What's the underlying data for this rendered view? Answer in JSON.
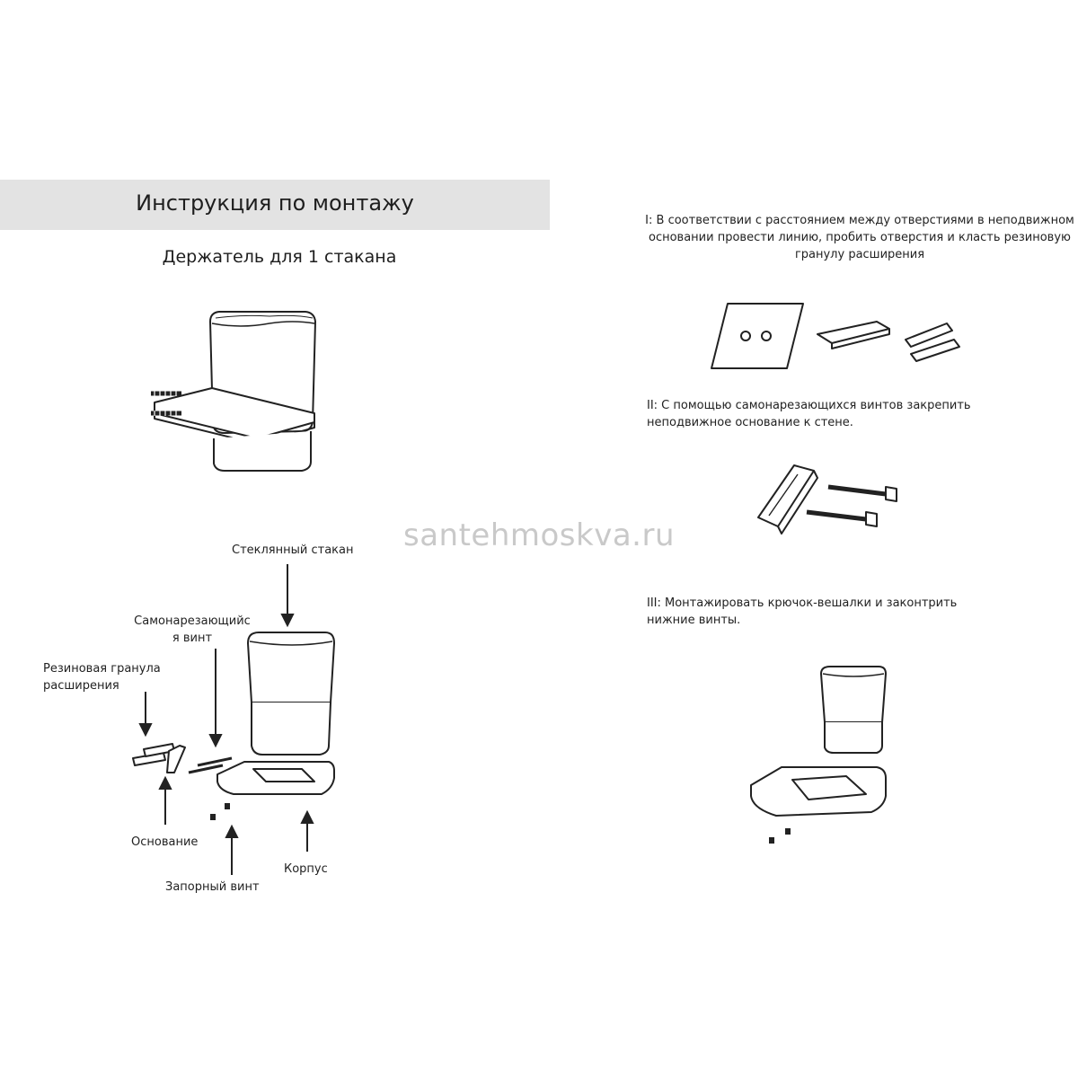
{
  "header": {
    "title": "Инструкция по монтажу",
    "subtitle": "Держатель для 1 стакана"
  },
  "parts": {
    "glass": "Стеклянный стакан",
    "screw_line1": "Самонарезающийс",
    "screw_line2": "я винт",
    "rubber_line1": "Резиновая гранула",
    "rubber_line2": "расширения",
    "base": "Основание",
    "lock_screw": "Запорный винт",
    "body": "Корпус"
  },
  "watermark": "santehmoskva.ru",
  "steps": [
    {
      "lines": [
        "I: В соответствии с расстоянием между отверстиями в неподвижном",
        "основании провести линию, пробить отверстия и класть резиновую",
        "гранулу расширения"
      ]
    },
    {
      "lines": [
        "II: С помощью самонарезающихся винтов закрепить",
        "неподвижное основание к стене."
      ]
    },
    {
      "lines": [
        "III: Монтажировать крючок-вешалки и законтрить",
        "нижние винты."
      ]
    }
  ]
}
